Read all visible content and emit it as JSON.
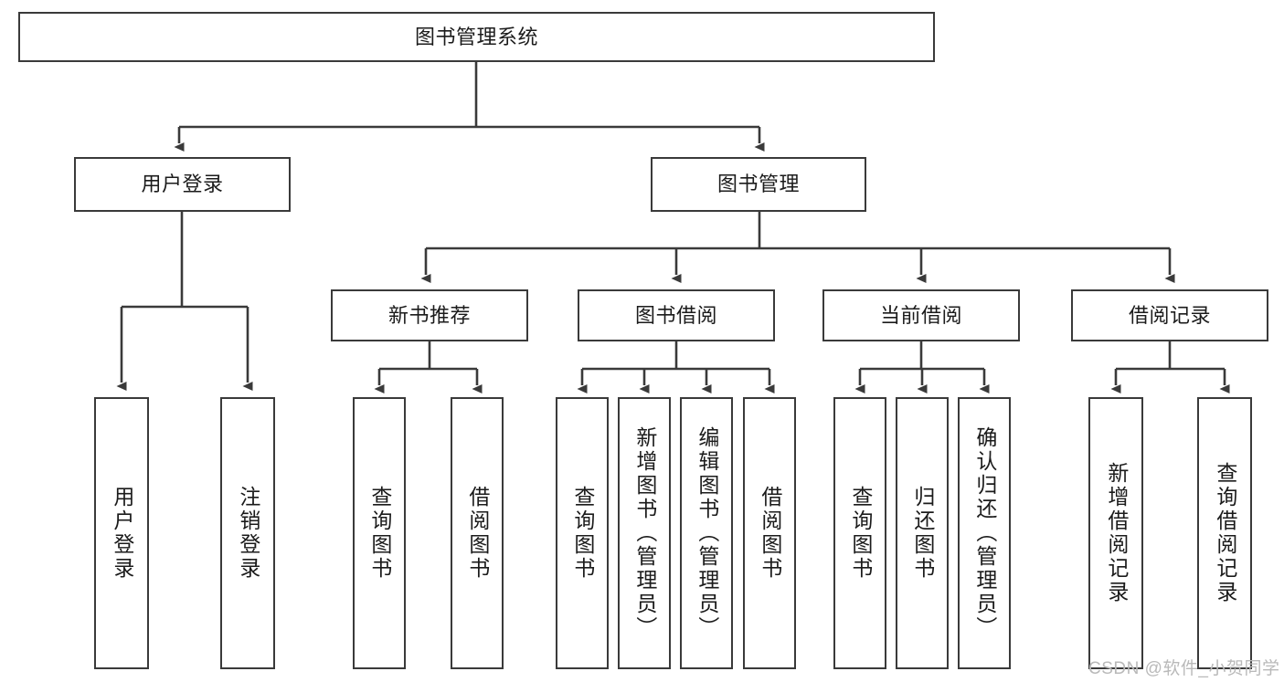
{
  "diagram": {
    "title": "图书管理系统",
    "style": {
      "stroke": "#3a3a3a",
      "fill": "#ffffff",
      "text": "#1b1b1b",
      "watermark_color": "#b9b9b9"
    },
    "nodes": {
      "root": {
        "label": "图书管理系统"
      },
      "level2": [
        {
          "id": "user-login",
          "label": "用户登录"
        },
        {
          "id": "book-manage",
          "label": "图书管理"
        }
      ],
      "level3": [
        {
          "id": "new-book-rec",
          "label": "新书推荐"
        },
        {
          "id": "book-borrow",
          "label": "图书借阅"
        },
        {
          "id": "current-borrow",
          "label": "当前借阅"
        },
        {
          "id": "borrow-record",
          "label": "借阅记录"
        }
      ],
      "leaves": [
        {
          "id": "leaf-user-login",
          "label": "用户登录",
          "parent": "user-login"
        },
        {
          "id": "leaf-user-logout",
          "label": "注销登录",
          "parent": "user-login"
        },
        {
          "id": "leaf-query-book-1",
          "label": "查询图书",
          "parent": "new-book-rec"
        },
        {
          "id": "leaf-borrow-book-1",
          "label": "借阅图书",
          "parent": "new-book-rec"
        },
        {
          "id": "leaf-query-book-2",
          "label": "查询图书",
          "parent": "book-borrow"
        },
        {
          "id": "leaf-add-book",
          "label": "新增图书（管理员）",
          "parent": "book-borrow"
        },
        {
          "id": "leaf-edit-book",
          "label": "编辑图书（管理员）",
          "parent": "book-borrow"
        },
        {
          "id": "leaf-borrow-book-2",
          "label": "借阅图书",
          "parent": "book-borrow"
        },
        {
          "id": "leaf-query-book-3",
          "label": "查询图书",
          "parent": "current-borrow"
        },
        {
          "id": "leaf-return-book",
          "label": "归还图书",
          "parent": "current-borrow"
        },
        {
          "id": "leaf-confirm-return",
          "label": "确认归还（管理员）",
          "parent": "current-borrow"
        },
        {
          "id": "leaf-add-record",
          "label": "新增借阅记录",
          "parent": "borrow-record"
        },
        {
          "id": "leaf-query-record",
          "label": "查询借阅记录",
          "parent": "borrow-record"
        }
      ]
    },
    "watermark": "CSDN @软件_小贺同学"
  }
}
